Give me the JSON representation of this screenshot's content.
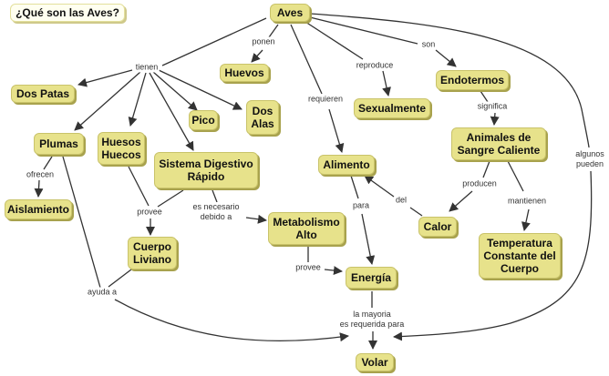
{
  "title": "¿Qué son las Aves?",
  "concepts": {
    "aves": "Aves",
    "huevos": "Huevos",
    "dos_patas": "Dos Patas",
    "plumas": "Plumas",
    "huesos_huecos": "Huesos\nHuecos",
    "pico": "Pico",
    "dos_alas": "Dos\nAlas",
    "sistema_digestivo": "Sistema Digestivo\nRápido",
    "aislamiento": "Aislamiento",
    "cuerpo_liviano": "Cuerpo\nLiviano",
    "metabolismo_alto": "Metabolismo\nAlto",
    "alimento": "Alimento",
    "energia": "Energía",
    "volar": "Volar",
    "sexualmente": "Sexualmente",
    "endotermos": "Endotermos",
    "animales_sangre_caliente": "Animales de\nSangre Caliente",
    "calor": "Calor",
    "temperatura_constante": "Temperatura\nConstante del\nCuerpo"
  },
  "linking_phrases": {
    "tienen": "tienen",
    "ponen": "ponen",
    "requieren": "requieren",
    "reproduce": "reproduce",
    "son": "son",
    "significa": "significa",
    "ofrecen": "ofrecen",
    "provee_1": "provee",
    "es_necesario": "es necesario\ndebido a",
    "para": "para",
    "del": "del",
    "producen": "producen",
    "mantienen": "mantienen",
    "provee_2": "provee",
    "ayuda_a": "ayuda a",
    "la_mayoria": "la mayoria\nes  requerida para",
    "algunos_pueden": "algunos\npueden"
  },
  "colors": {
    "node_fill": "#e7e28b",
    "node_shadow": "#a8a24d",
    "edge": "#333333"
  }
}
